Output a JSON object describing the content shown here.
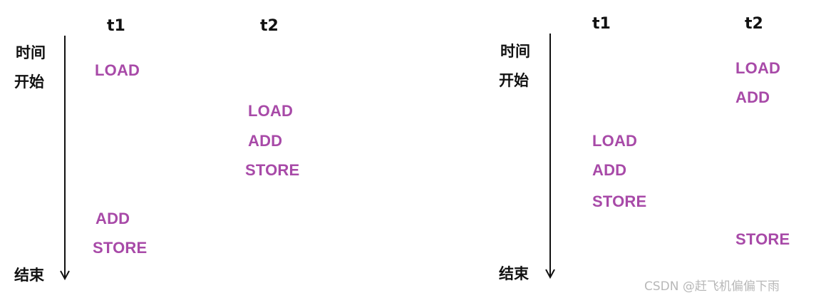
{
  "colors": {
    "operation": "#a84aa8",
    "text": "#111111",
    "axis": "#111111",
    "watermark": "#b8b8b8"
  },
  "diagrams": [
    {
      "time_start_line1": "时间",
      "time_start_line2": "开始",
      "time_end": "结束",
      "threads": [
        "t1",
        "t2"
      ],
      "operations": [
        {
          "thread": "t1",
          "label": "LOAD"
        },
        {
          "thread": "t2",
          "label": "LOAD"
        },
        {
          "thread": "t2",
          "label": "ADD"
        },
        {
          "thread": "t2",
          "label": "STORE"
        },
        {
          "thread": "t1",
          "label": "ADD"
        },
        {
          "thread": "t1",
          "label": "STORE"
        }
      ]
    },
    {
      "time_start_line1": "时间",
      "time_start_line2": "开始",
      "time_end": "结束",
      "threads": [
        "t1",
        "t2"
      ],
      "operations": [
        {
          "thread": "t2",
          "label": "LOAD"
        },
        {
          "thread": "t2",
          "label": "ADD"
        },
        {
          "thread": "t1",
          "label": "LOAD"
        },
        {
          "thread": "t1",
          "label": "ADD"
        },
        {
          "thread": "t1",
          "label": "STORE"
        },
        {
          "thread": "t2",
          "label": "STORE"
        }
      ]
    }
  ],
  "watermark": "CSDN @赶飞机偏偏下雨"
}
